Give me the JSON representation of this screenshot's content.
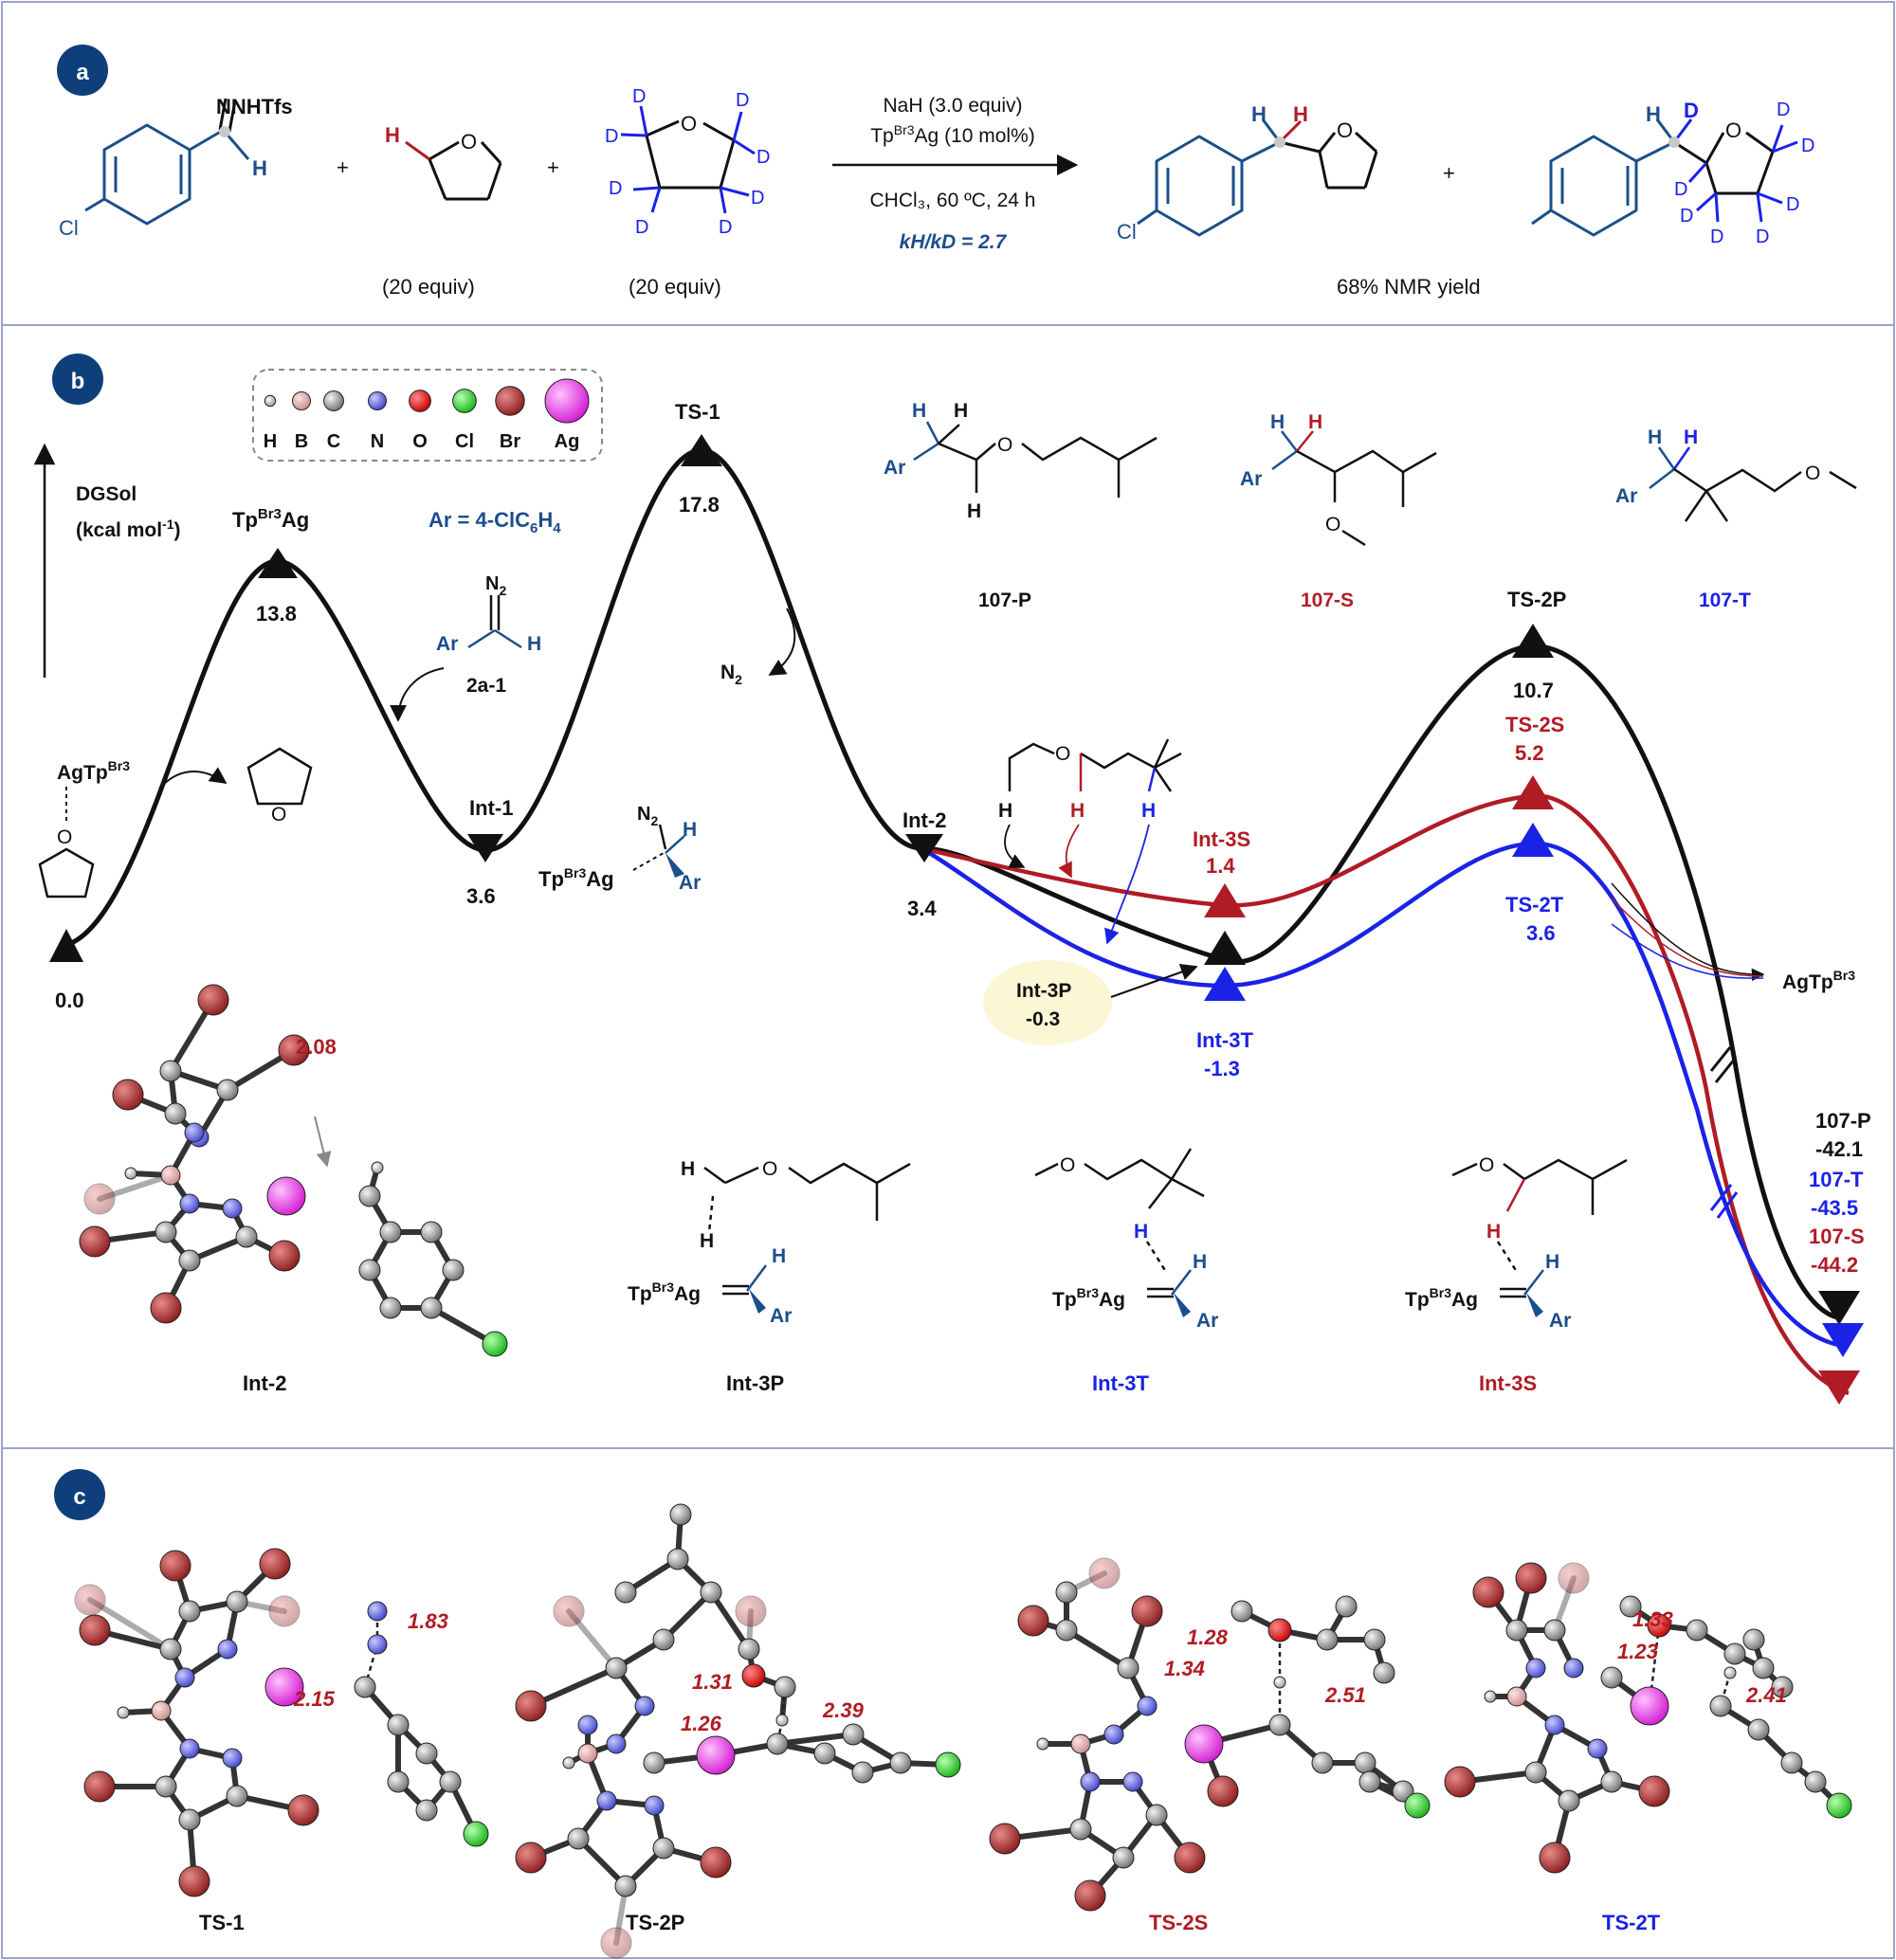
{
  "colors": {
    "black": "#111111",
    "red": "#b01c24",
    "blue": "#1a22e6",
    "navy": "#1c4d8c",
    "ligand": "#1b4f8a",
    "badge": "#0f3f7a",
    "frame": "#9da3c9",
    "yellow": "#fbf6d4"
  },
  "panels": {
    "a": "a",
    "b": "b",
    "c": "c"
  },
  "panel_a": {
    "nnhtfs": "NNHTfs",
    "cl": "Cl",
    "h": "H",
    "o": "O",
    "d": "D",
    "plus": "+",
    "equiv1": "(20 equiv)",
    "equiv2": "(20 equiv)",
    "cond1": "NaH (3.0 equiv)",
    "cond2_pre": "Tp",
    "cond2_sup": "Br3",
    "cond2_post": "Ag (10 mol%)",
    "cond3": "CHCl₃, 60 ºC, 24 h",
    "kie": "kH/kD = 2.7",
    "yield": "68% NMR yield"
  },
  "panel_b": {
    "axis_label1": "DGSol",
    "axis_label2": "(kcal mol-1)",
    "legend": [
      "H",
      "B",
      "C",
      "N",
      "O",
      "Cl",
      "Br",
      "Ag"
    ],
    "ar_def": "Ar = 4-ClC6H4",
    "species": [
      {
        "id": "agtp-thf",
        "label": "AgTpBr3",
        "value": "0.0"
      },
      {
        "id": "tpag",
        "label": "TpBr3Ag",
        "value": "13.8"
      },
      {
        "id": "int1",
        "label": "Int-1",
        "value": "3.6"
      },
      {
        "id": "ts1",
        "label": "TS-1",
        "value": "17.8"
      },
      {
        "id": "int2",
        "label": "Int-2",
        "value": "3.4"
      },
      {
        "id": "int3s",
        "label": "Int-3S",
        "value": "1.4"
      },
      {
        "id": "int3p",
        "label": "Int-3P",
        "value": "-0.3"
      },
      {
        "id": "int3t",
        "label": "Int-3T",
        "value": "-1.3"
      },
      {
        "id": "ts2p",
        "label": "TS-2P",
        "value": "10.7"
      },
      {
        "id": "ts2s",
        "label": "TS-2S",
        "value": "5.2"
      },
      {
        "id": "ts2t",
        "label": "TS-2T",
        "value": "3.6"
      },
      {
        "id": "p107",
        "label": "107-P",
        "value": "-42.1"
      },
      {
        "id": "t107",
        "label": "107-T",
        "value": "-43.5"
      },
      {
        "id": "s107",
        "label": "107-S",
        "value": "-44.2"
      }
    ],
    "n2": "N2",
    "diazo": "2a-1",
    "ar": "Ar",
    "agtp_out": "AgTpBr3",
    "product_labels": [
      "107-P",
      "107-S",
      "107-T"
    ],
    "dist_int2": "2.08",
    "bottom_labels": [
      "Int-2",
      "Int-3P",
      "Int-3T",
      "Int-3S"
    ]
  },
  "panel_c": {
    "labels": [
      "TS-1",
      "TS-2P",
      "TS-2S",
      "TS-2T"
    ],
    "dists": {
      "ts1": [
        "1.83",
        "2.15"
      ],
      "ts2p": [
        "1.31",
        "1.26",
        "2.39"
      ],
      "ts2s": [
        "1.28",
        "1.34",
        "2.51"
      ],
      "ts2t": [
        "1.33",
        "1.23",
        "2.41"
      ]
    }
  }
}
